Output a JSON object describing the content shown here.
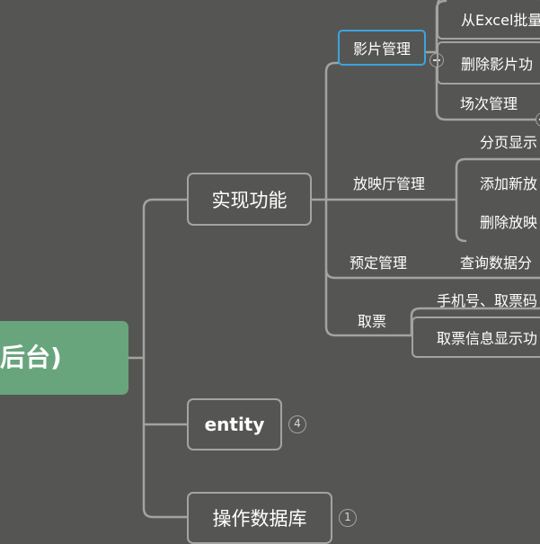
{
  "root": {
    "label": "后台)"
  },
  "branches": {
    "features": {
      "label": "实现功能",
      "film_mgmt": {
        "label": "影片管理",
        "children": [
          "从Excel批量",
          "删除影片功",
          "场次管理"
        ]
      },
      "hall_mgmt": {
        "label": "放映厅管理",
        "children": [
          "分页显示",
          "添加新放",
          "删除放映"
        ]
      },
      "booking_mgmt": {
        "label": "预定管理",
        "children": [
          "查询数据分"
        ]
      },
      "ticket": {
        "label": "取票",
        "children": [
          "手机号、取票码",
          "取票信息显示功"
        ]
      }
    },
    "entity": {
      "label": "entity",
      "badge": "4"
    },
    "database": {
      "label": "操作数据库",
      "badge": "1"
    }
  },
  "colors": {
    "background": "#555653",
    "root_fill": "#69a57c",
    "connector": "#a3a3a1",
    "selection": "#3aa4e0"
  }
}
